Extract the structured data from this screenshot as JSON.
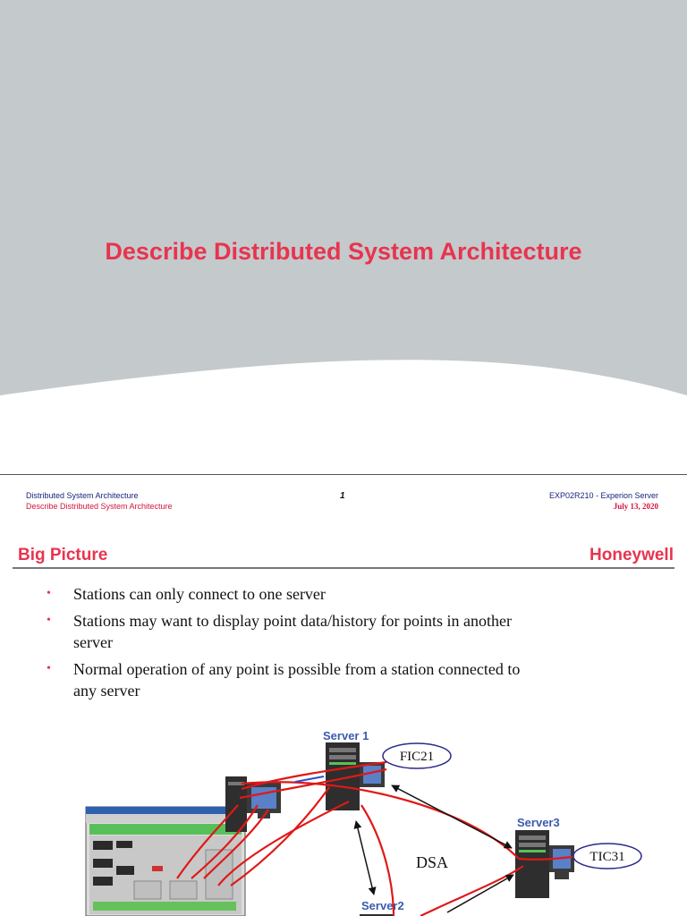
{
  "slide1": {
    "title": "Describe Distributed System Architecture"
  },
  "footer": {
    "left_line1": "Distributed System Architecture",
    "left_line2": "Describe Distributed System Architecture",
    "page_number": "1",
    "right_line1": "EXP02R210 - Experion Server",
    "right_line2": "July 13, 2020"
  },
  "slide2": {
    "section_title": "Big Picture",
    "brand": "Honeywell",
    "bullets": [
      "Stations can only connect to one server",
      "Stations may want to display point data/history for points in another server",
      "Normal operation of any point is possible from a station connected to any server"
    ],
    "diagram": {
      "server1_label": "Server 1",
      "server2_label": "Server2",
      "server3_label": "Server3",
      "tag_fic": "FIC21",
      "tag_tic": "TIC31",
      "dsa_label": "DSA"
    }
  },
  "colors": {
    "accent_red": "#e8344e",
    "navy": "#1a237e",
    "server_blue": "#3a5bb0"
  }
}
